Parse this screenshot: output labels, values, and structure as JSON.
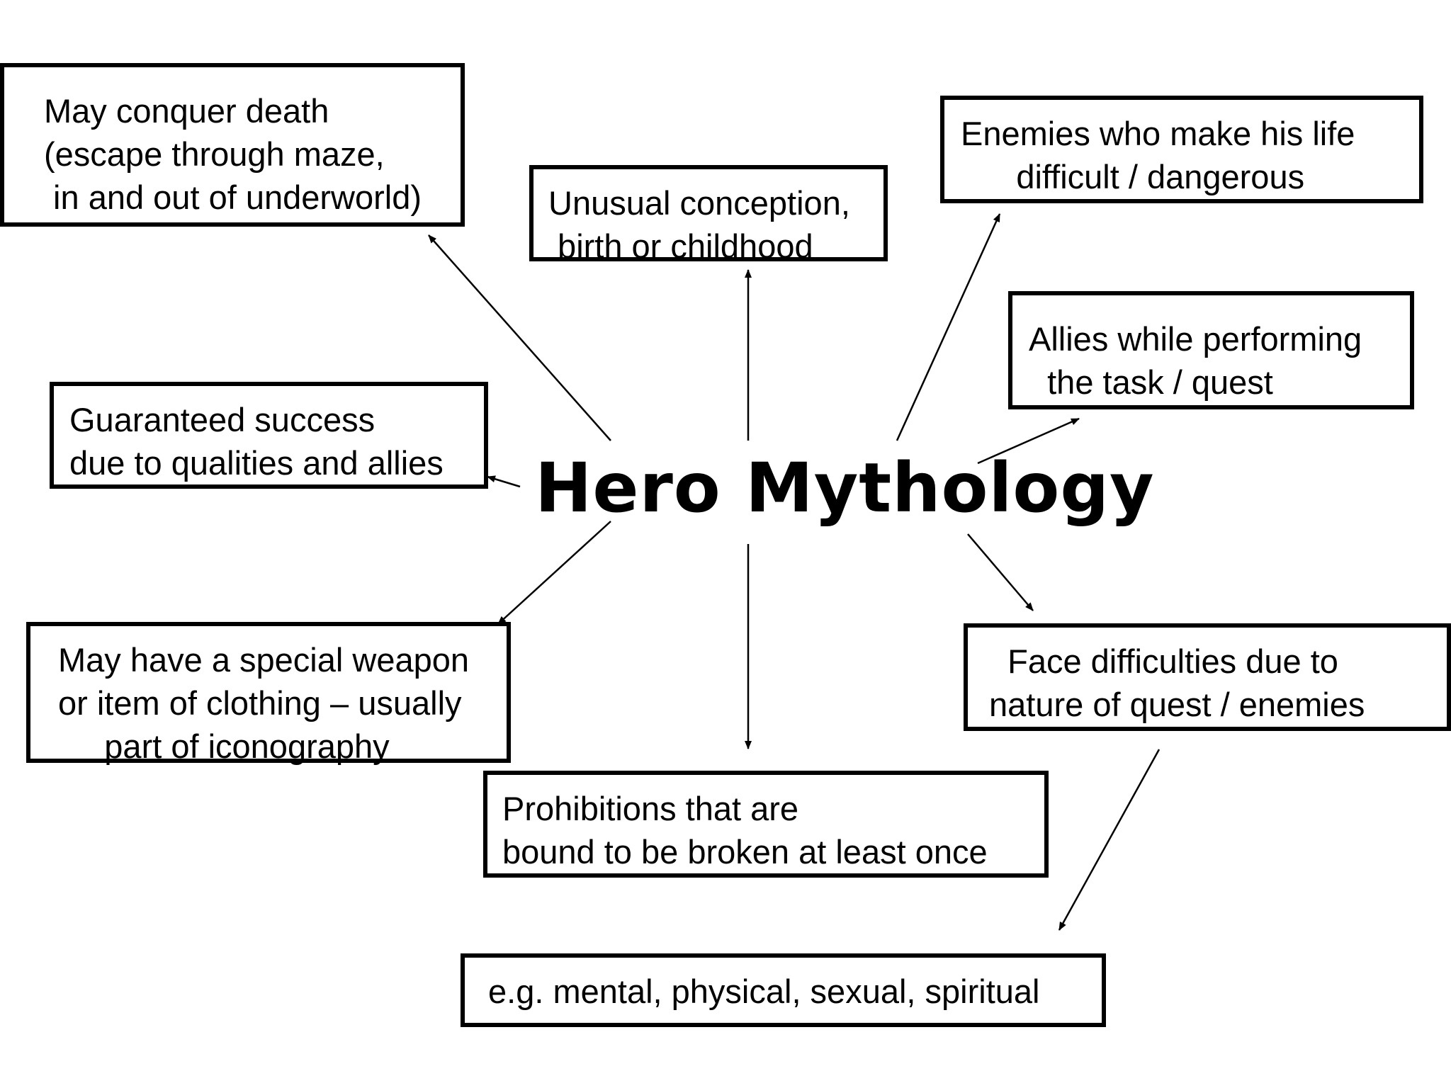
{
  "title": "Hero Mythology",
  "nodes": {
    "conquer_death": "May conquer death\n(escape through maze,\n in and out of underworld)",
    "unusual_conception": "Unusual conception,\n birth or childhood",
    "enemies": "Enemies who make his life\n      difficult / dangerous",
    "allies": "Allies while performing\n  the task / quest",
    "guaranteed_success": "Guaranteed success\ndue to qualities and allies",
    "special_weapon": "May have a special weapon\nor item of clothing – usually\n     part of iconography",
    "prohibitions": "Prohibitions that are\nbound to be broken at least once",
    "face_difficulties": "  Face difficulties due to\nnature of quest / enemies",
    "examples": "e.g. mental, physical, sexual, spiritual"
  }
}
